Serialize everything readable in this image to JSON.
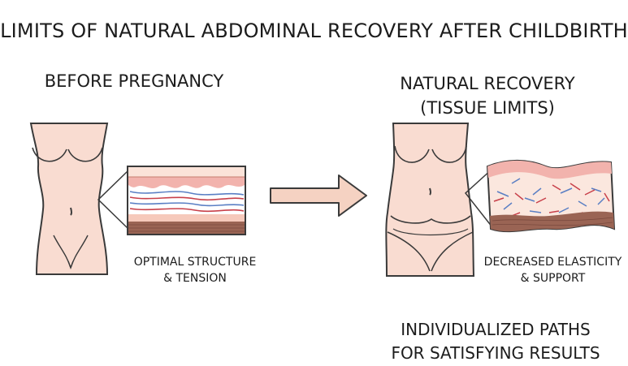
{
  "title": "LIMITS OF NATURAL ABDOMINAL RECOVERY AFTER CHILDBIRTH",
  "before": {
    "heading": "BEFORE PREGNANCY",
    "caption_line1": "OPTIMAL STRUCTURE",
    "caption_line2": "& TENSION"
  },
  "after": {
    "heading_line1": "NATURAL RECOVERY",
    "heading_line2": "(TISSUE LIMITS)",
    "caption_line1": "DECREASED ELASTICITY",
    "caption_line2": "& SUPPORT"
  },
  "footer": {
    "line1": "INDIVIDUALIZED PATHS",
    "line2": "FOR SATISFYING RESULTS"
  },
  "colors": {
    "skin": "#f9dcd1",
    "outline": "#3a3a3a",
    "tissue_pink": "#f2b3ad",
    "tissue_red_fiber": "#c8404a",
    "tissue_blue_fiber": "#5a7fc4",
    "tissue_muscle": "#9a6454",
    "tissue_base": "#f6c9bb",
    "arrow_fill": "#f5d2c2"
  }
}
